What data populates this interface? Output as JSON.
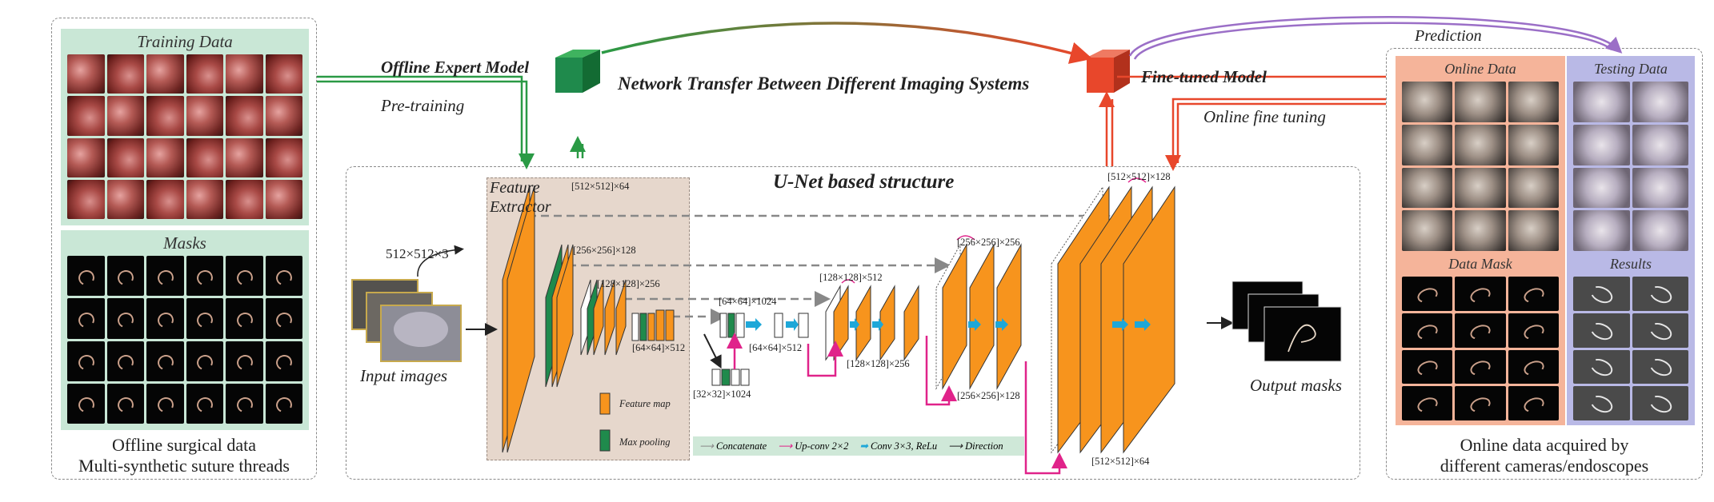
{
  "left_panel": {
    "training_title": "Training Data",
    "masks_title": "Masks",
    "caption_line1": "Offline surgical data",
    "caption_line2": "Multi-synthetic suture threads"
  },
  "right_panel": {
    "online_title": "Online Data",
    "testing_title": "Testing Data",
    "datamask_title": "Data Mask",
    "results_title": "Results",
    "caption_line1": "Online data acquired by",
    "caption_line2": "different cameras/endoscopes"
  },
  "top": {
    "offline_model": "Offline Expert Model",
    "pretraining": "Pre-training",
    "network_transfer": "Network Transfer Between Different Imaging Systems",
    "finetuned_model": "Fine-tuned Model",
    "online_finetuning": "Online fine tuning",
    "prediction": "Prediction"
  },
  "unet": {
    "title": "U-Net based structure",
    "feature_extractor_line1": "Feature",
    "feature_extractor_line2": "Extractor",
    "input_label": "Input images",
    "input_dims": "512×512×3",
    "output_label": "Output masks",
    "dims": {
      "d1": "[512×512]×64",
      "d2": "[256×256]×128",
      "d3": "[128×128]×256",
      "d4": "[64×64]×512",
      "d5": "[64×64]×1024",
      "d6": "[32×32]×1024",
      "d7": "[64×64]×512",
      "d8": "[128×128]×512",
      "d9": "[128×128]×256",
      "d10": "[256×256]×256",
      "d11": "[256×256]×128",
      "d12": "[512×512]×128",
      "d13": "[512×512]×64"
    },
    "key_feature_map": "Feature map",
    "key_max_pooling": "Max pooling",
    "legend": {
      "concatenate": "Concatenate",
      "upconv": "Up-conv 2×2",
      "conv": "Conv 3×3, ReLu",
      "direction": "Direction"
    }
  },
  "colors": {
    "feature_map": "#f7941d",
    "max_pooling": "#1f8a4c",
    "pretrain_arrow": "#2a9a45",
    "finetune_arrow": "#e8472b",
    "prediction_arrow": "#9b6fc7",
    "upconv": "#e0238a",
    "conv": "#1ea7d8",
    "panel_green": "#c9e7d6",
    "panel_orange": "#f5b49a",
    "panel_purple": "#b9b9e6"
  }
}
